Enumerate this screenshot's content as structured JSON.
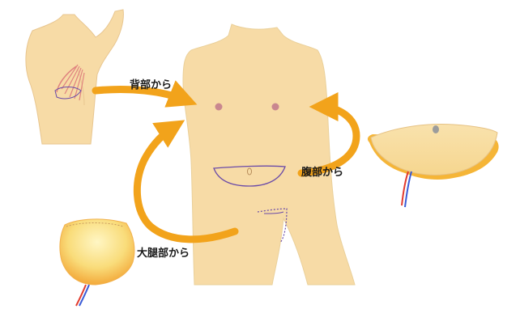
{
  "labels": {
    "back": "背部から",
    "abdomen": "腹部から",
    "thigh": "大腿部から"
  },
  "colors": {
    "skin": "#f7dba6",
    "skin_shadow": "#e8c690",
    "arrow": "#f2a31b",
    "incision": "#6a4aa8",
    "flap_fat": "#f5b537",
    "nipple": "#c9878f",
    "muscle_lines": "#e0837f",
    "artery": "#e23b2e",
    "vein": "#3a5bd6"
  }
}
